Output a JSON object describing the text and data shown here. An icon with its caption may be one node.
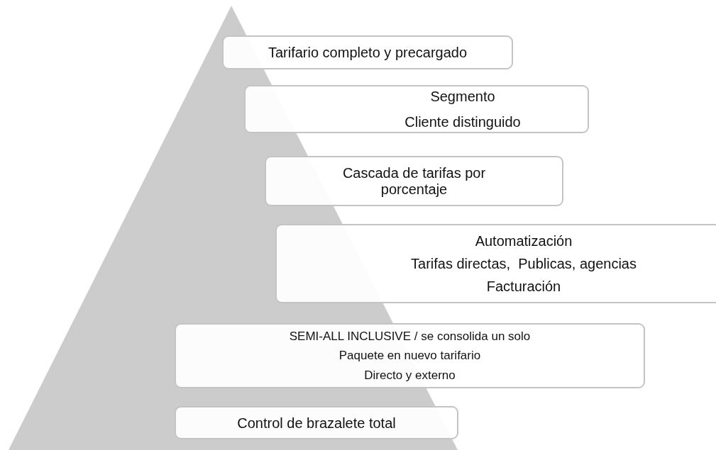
{
  "diagram": {
    "nodes": [
      {
        "text": [
          "Tarifario completo y precargado"
        ]
      },
      {
        "text": [
          "Segmento",
          "Cliente distinguido"
        ]
      },
      {
        "text": [
          "Cascada de tarifas por porcentaje"
        ]
      },
      {
        "text": [
          "Automatización",
          "Tarifas directas,  Publicas, agencias",
          "Facturación"
        ]
      },
      {
        "text": [
          "SEMI-ALL INCLUSIVE / se consolida un solo",
          "Paquete en nuevo tarifario",
          "Directo y externo"
        ]
      },
      {
        "text": [
          "Control de brazalete total"
        ]
      }
    ]
  }
}
